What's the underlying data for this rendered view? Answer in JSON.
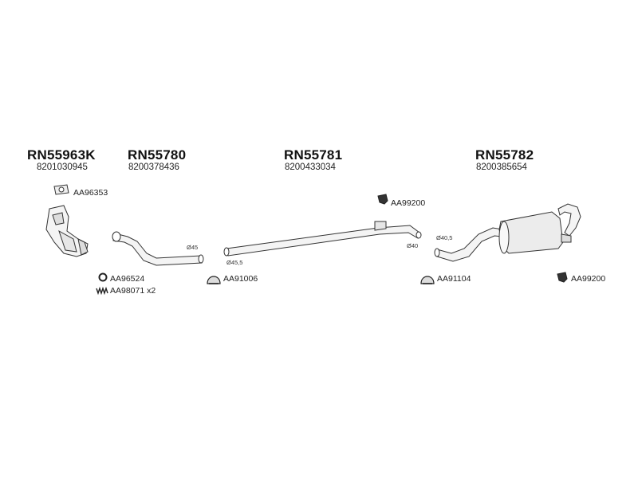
{
  "parts": [
    {
      "code": "RN55963K",
      "ref": "8201030945"
    },
    {
      "code": "RN55780",
      "ref": "8200378436"
    },
    {
      "code": "RN55781",
      "ref": "8200433034"
    },
    {
      "code": "RN55782",
      "ref": "8200385654"
    }
  ],
  "accessories": [
    {
      "label": "AA96353",
      "icon": "gasket-icon"
    },
    {
      "label": "AA96524",
      "icon": "ring-gasket-icon"
    },
    {
      "label": "AA98071 x2",
      "icon": "spring-icon"
    },
    {
      "label": "AA91006",
      "icon": "clamp-icon"
    },
    {
      "label": "AA99200",
      "icon": "rubber-hanger-icon"
    },
    {
      "label": "AA91104",
      "icon": "clamp-icon"
    },
    {
      "label": "AA99200",
      "icon": "rubber-hanger-icon"
    }
  ],
  "dimensions": [
    "Ø45",
    "Ø45,5",
    "Ø40",
    "Ø40,5"
  ],
  "colors": {
    "line": "#333333",
    "fill": "#f2f2f2",
    "text": "#1a1a1a"
  }
}
